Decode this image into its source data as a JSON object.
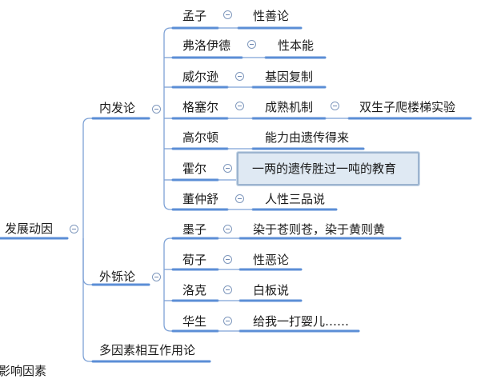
{
  "root": {
    "label": "发展动因"
  },
  "branches": {
    "internal": {
      "label": "内发论",
      "children": [
        {
          "person": "孟子",
          "idea": "性善论"
        },
        {
          "person": "弗洛伊德",
          "idea": "性本能"
        },
        {
          "person": "威尔逊",
          "idea": "基因复制"
        },
        {
          "person": "格塞尔",
          "idea": "成熟机制",
          "sub": "双生子爬楼梯实验"
        },
        {
          "person": "高尔顿",
          "idea": "能力由遗传得来"
        },
        {
          "person": "霍尔",
          "idea": "一两的遗传胜过一吨的教育"
        },
        {
          "person": "董仲舒",
          "idea": "人性三品说"
        }
      ]
    },
    "external": {
      "label": "外铄论",
      "children": [
        {
          "person": "墨子",
          "idea": "染于苍则苍，染于黄则黄"
        },
        {
          "person": "荀子",
          "idea": "性恶论"
        },
        {
          "person": "洛克",
          "idea": "白板说"
        },
        {
          "person": "华生",
          "idea": "给我一打婴儿……"
        }
      ]
    },
    "multi": {
      "label": "多因素相互作用论"
    }
  },
  "next_root": {
    "label": "影响因素"
  },
  "colors": {
    "line": "#5b8ed6",
    "connector": "#7ea2d6",
    "highlight_bg": "#dfe9f3"
  }
}
